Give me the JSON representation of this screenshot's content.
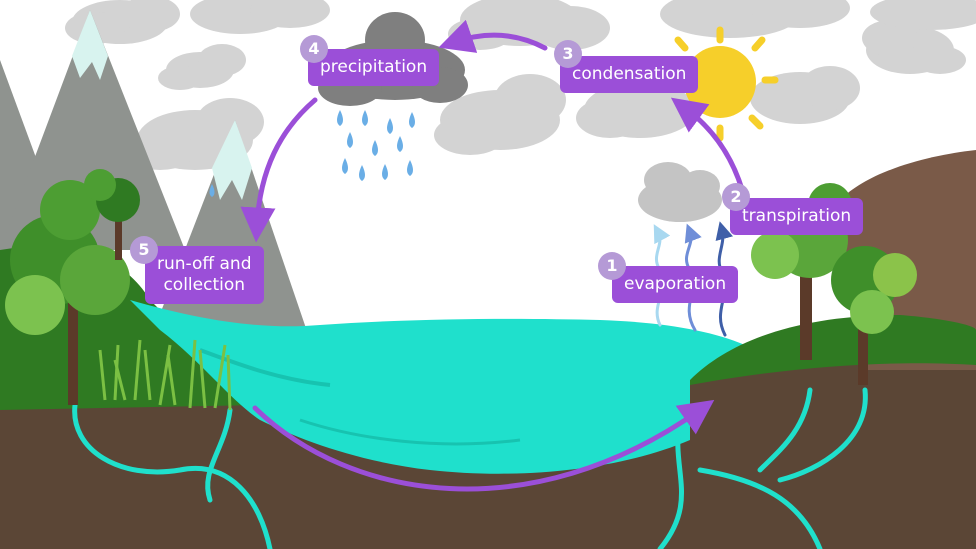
{
  "stages": [
    {
      "number": "1",
      "label": "evaporation"
    },
    {
      "number": "2",
      "label": "transpiration"
    },
    {
      "number": "3",
      "label": "condensation"
    },
    {
      "number": "4",
      "label": "precipitation"
    },
    {
      "number": "5",
      "label": "run-off and\ncollection"
    }
  ],
  "colors": {
    "label_fill": "#9b4fd8",
    "number_fill": "#b59ad6",
    "arrow": "#9b4fd8",
    "water": "#1fe0cc",
    "soil": "#5b4636",
    "grass": "#2f7a22",
    "cloud": "#c4c4c4",
    "rain_cloud": "#7f7f7f",
    "sun": "#f6cf2a",
    "mountain": "#8f938f",
    "rain_drop": "#6aaee6"
  },
  "icons": {
    "sun": "sun-icon",
    "rain": "raindrop-icon",
    "cloud": "cloud-icon",
    "tree": "tree-icon",
    "mountain": "mountain-icon",
    "vapour": "vapour-arrow-icon"
  }
}
